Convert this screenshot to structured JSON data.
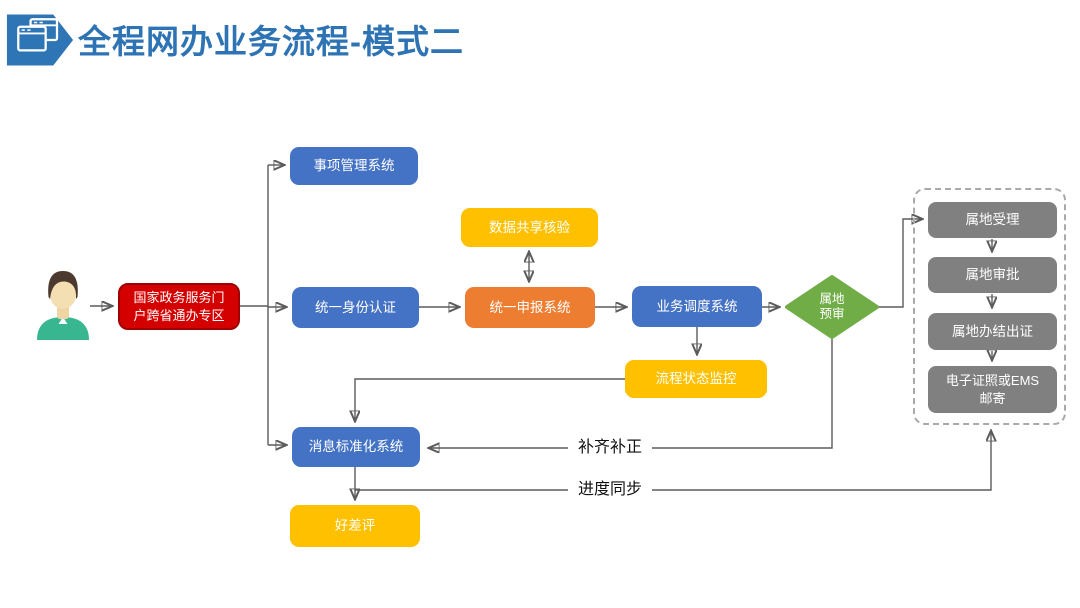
{
  "header": {
    "title": "全程网办业务流程-模式二",
    "icon": "window-stack-icon",
    "accent_color": "#2E74B5"
  },
  "actor": {
    "icon": "person-icon"
  },
  "nodes": {
    "portal": {
      "label": "国家政务服务门户跨省通办专区",
      "color": "#D40000",
      "shape": "rounded-rect"
    },
    "matter": {
      "label": "事项管理系统",
      "color": "#4472C4",
      "shape": "rounded-rect"
    },
    "data_share": {
      "label": "数据共享核验",
      "color": "#FFC000",
      "shape": "rounded-rect"
    },
    "identity": {
      "label": "统一身份认证",
      "color": "#4472C4",
      "shape": "rounded-rect"
    },
    "declare": {
      "label": "统一申报系统",
      "color": "#ED7D31",
      "shape": "rounded-rect"
    },
    "dispatch": {
      "label": "业务调度系统",
      "color": "#4472C4",
      "shape": "rounded-rect"
    },
    "pre_review": {
      "label": "属地预审",
      "color": "#70AD47",
      "shape": "diamond"
    },
    "monitor": {
      "label": "流程状态监控",
      "color": "#FFC000",
      "shape": "rounded-rect"
    },
    "message": {
      "label": "消息标准化系统",
      "color": "#4472C4",
      "shape": "rounded-rect"
    },
    "review": {
      "label": "好差评",
      "color": "#FFC000",
      "shape": "rounded-rect"
    },
    "acceptance": {
      "label": "属地受理",
      "color": "#808080",
      "shape": "rounded-rect"
    },
    "approval": {
      "label": "属地审批",
      "color": "#808080",
      "shape": "rounded-rect"
    },
    "conclude": {
      "label": "属地办结出证",
      "color": "#808080",
      "shape": "rounded-rect"
    },
    "delivery": {
      "label": "电子证照或EMS邮寄",
      "color": "#808080",
      "shape": "rounded-rect"
    }
  },
  "edge_labels": {
    "supplement": "补齐补正",
    "progress_sync": "进度同步"
  },
  "palette": {
    "line": "#5B5B5B",
    "arrowhead": "#4A4A4A",
    "dashed_border": "#A9A9A9",
    "title_blue": "#2E74B5",
    "red_border": "#A00000"
  }
}
